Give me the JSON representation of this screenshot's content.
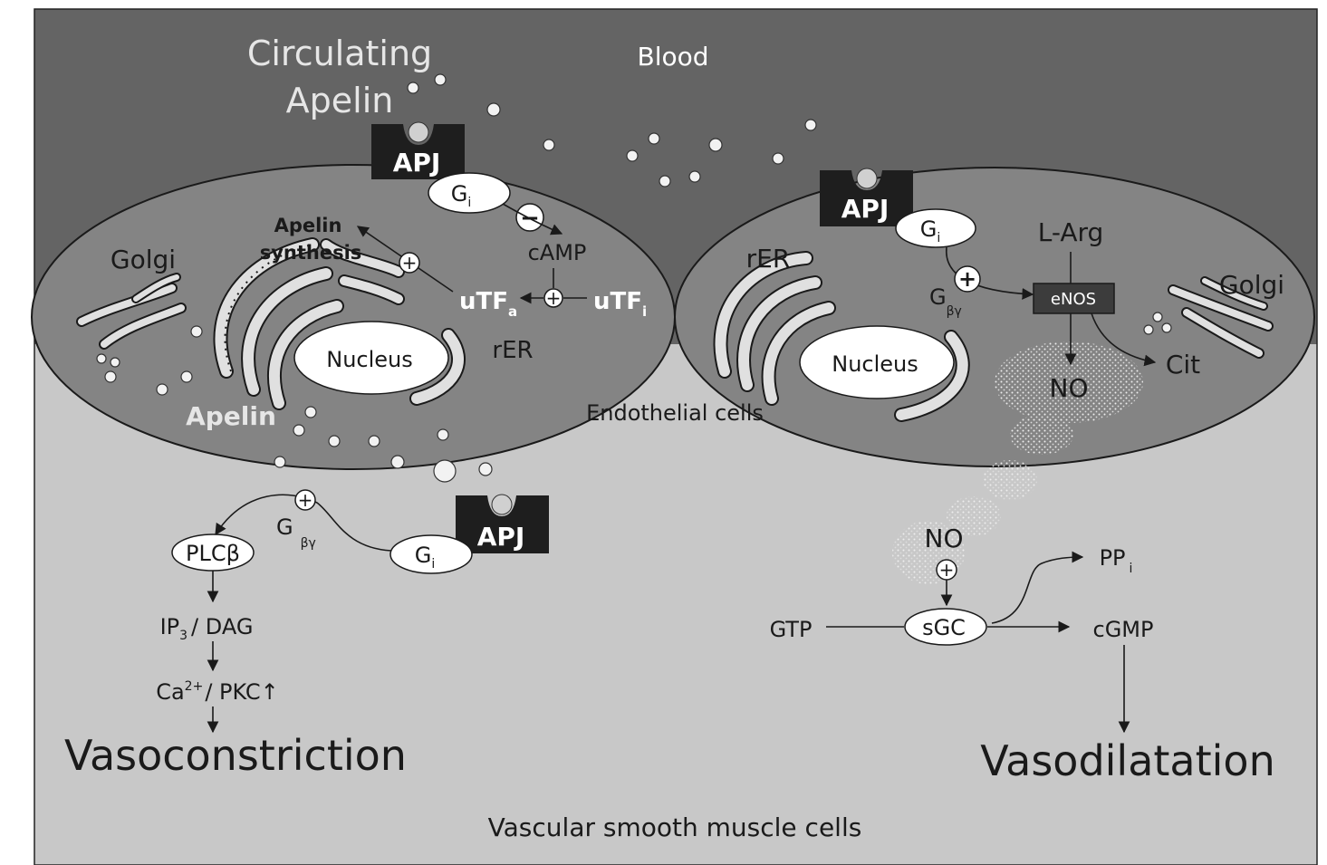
{
  "regions": {
    "blood": "Blood",
    "circulating_line1": "Circulating",
    "circulating_line2": "Apelin",
    "endothelial": "Endothelial cells",
    "vsmc": "Vascular smooth muscle cells"
  },
  "left_cell": {
    "apj": "APJ",
    "gi": "G",
    "gi_sub": "i",
    "minus": "−",
    "camp": "cAMP",
    "apelin_synthesis_1": "Apelin",
    "apelin_synthesis_2": "synthesis",
    "plus": "+",
    "utfa": "uTF",
    "utfa_sub": "a",
    "utfi": "uTF",
    "utfi_sub": "i",
    "golgi": "Golgi",
    "nucleus": "Nucleus",
    "rer": "rER",
    "apelin": "Apelin"
  },
  "right_cell": {
    "apj": "APJ",
    "gi": "G",
    "gi_sub": "i",
    "plus": "+",
    "gby": "G",
    "gby_sub": "βγ",
    "larg": "L-Arg",
    "enos": "eNOS",
    "no": "NO",
    "cit": "Cit",
    "golgi": "Golgi",
    "nucleus": "Nucleus",
    "rer": "rER"
  },
  "vsmc_left": {
    "apj": "APJ",
    "gi": "G",
    "gi_sub": "i",
    "gby": "G",
    "gby_sub": "βγ",
    "plus": "+",
    "plcb": "PLCβ",
    "ip3_a": "IP",
    "ip3_sub": "3",
    "ip3_b": "/ DAG",
    "ca_a": "Ca",
    "ca_sup": "2+",
    "ca_b": "/ PKC↑",
    "outcome": "Vasoconstriction"
  },
  "vsmc_right": {
    "no": "NO",
    "plus": "+",
    "sgc": "sGC",
    "gtp": "GTP",
    "ppi": "PP",
    "ppi_sub": "i",
    "cgmp": "cGMP",
    "outcome": "Vasodilatation"
  },
  "colors": {
    "blood": "#646464",
    "vsmc": "#c8c8c8",
    "cell": "#848484",
    "apj": "#1e1e1e",
    "enos": "#3c3c3c"
  }
}
